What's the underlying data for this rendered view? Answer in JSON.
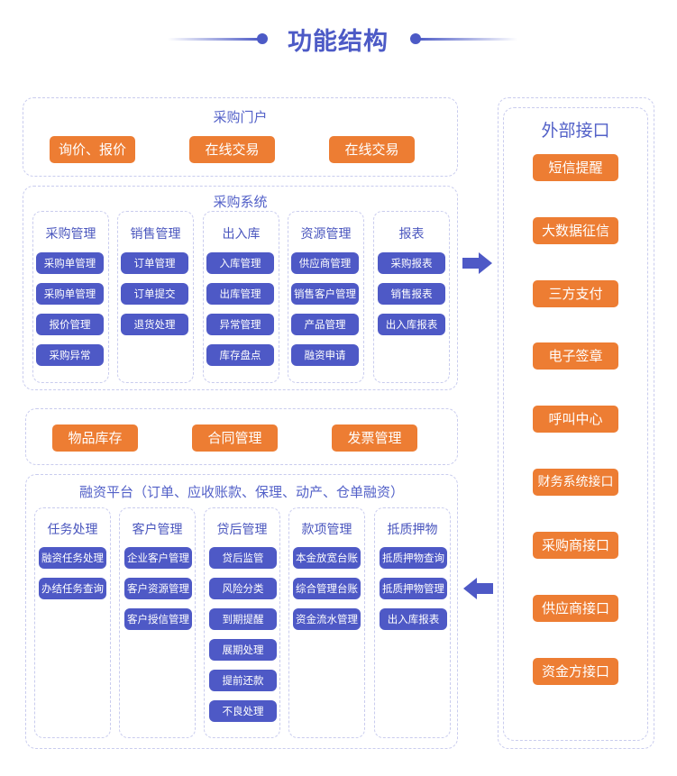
{
  "header": {
    "title": "功能结构"
  },
  "colors": {
    "accent_blue": "#4E59C6",
    "accent_orange": "#ED7D33",
    "border": "#C9CCEE"
  },
  "purchase_portal": {
    "title": "采购门户",
    "buttons": [
      "询价、报价",
      "在线交易",
      "在线交易"
    ]
  },
  "purchase_system": {
    "title": "采购系统",
    "columns": [
      {
        "title": "采购管理",
        "items": [
          "采购单管理",
          "采购单管理",
          "报价管理",
          "采购异常"
        ]
      },
      {
        "title": "销售管理",
        "items": [
          "订单管理",
          "订单提交",
          "退货处理"
        ]
      },
      {
        "title": "出入库",
        "items": [
          "入库管理",
          "出库管理",
          "异常管理",
          "库存盘点"
        ]
      },
      {
        "title": "资源管理",
        "items": [
          "供应商管理",
          "销售客户管理",
          "产品管理",
          "融资申请"
        ]
      },
      {
        "title": "报表",
        "items": [
          "采购报表",
          "销售报表",
          "出入库报表"
        ]
      }
    ]
  },
  "middle_bar": {
    "buttons": [
      "物品库存",
      "合同管理",
      "发票管理"
    ]
  },
  "finance_platform": {
    "title": "融资平台（订单、应收账款、保理、动产、仓单融资）",
    "columns": [
      {
        "title": "任务处理",
        "items": [
          "融资任务处理",
          "办结任务查询"
        ]
      },
      {
        "title": "客户管理",
        "items": [
          "企业客户管理",
          "客户资源管理",
          "客户授信管理"
        ]
      },
      {
        "title": "贷后管理",
        "items": [
          "贷后监管",
          "风险分类",
          "到期提醒",
          "展期处理",
          "提前还款",
          "不良处理"
        ]
      },
      {
        "title": "款项管理",
        "items": [
          "本金放宽台账",
          "综合管理台账",
          "资金流水管理"
        ]
      },
      {
        "title": "抵质押物",
        "items": [
          "抵质押物查询",
          "抵质押物管理",
          "出入库报表"
        ]
      }
    ]
  },
  "external": {
    "title": "外部接口",
    "items": [
      "短信提醒",
      "大数据征信",
      "三方支付",
      "电子签章",
      "呼叫中心",
      "财务系统接口",
      "采购商接口",
      "供应商接口",
      "资金方接口"
    ]
  },
  "arrows": {
    "top": "arrow-right-icon",
    "bottom": "arrow-left-icon"
  }
}
